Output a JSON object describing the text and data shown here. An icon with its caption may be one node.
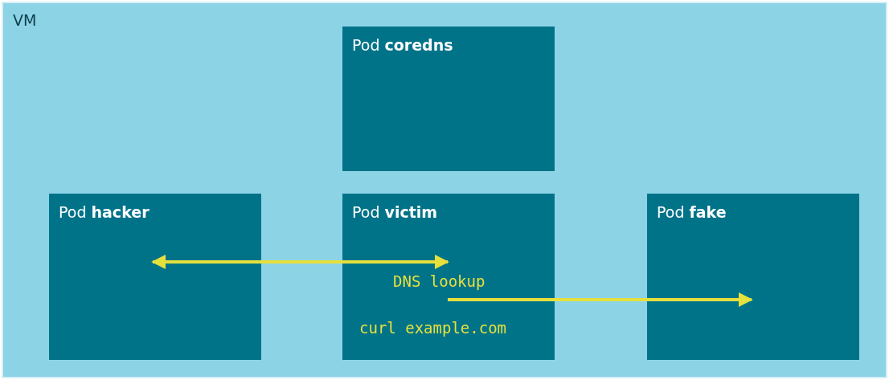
{
  "diagram": {
    "nodes": [
      {
        "text": [
          "VM"
        ]
      },
      {
        "text": [
          "Pod **coredns**"
        ],
        "in": 0
      },
      {
        "text": [
          "Pod **hacker**"
        ],
        "in": 0
      },
      {
        "text": [
          "Pod **victim**",
          "DNS lookup",
          "curl example.com"
        ],
        "in": 0
      },
      {
        "text": [
          "Pod **fake**"
        ],
        "in": 0
      }
    ],
    "edges": [
      {
        "from": 2,
        "to": 3,
        "arrow": "both"
      },
      {
        "from": 3,
        "to": 4,
        "arrow": "to"
      }
    ]
  }
}
